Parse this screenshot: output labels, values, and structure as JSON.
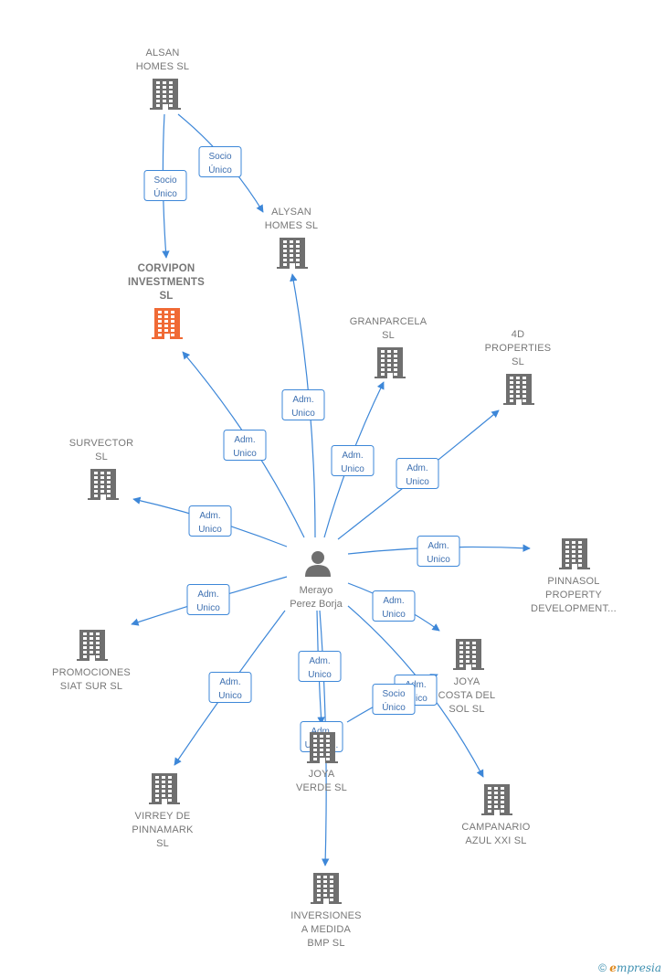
{
  "nodes": [
    {
      "id": "alsan",
      "label": [
        "ALSAN",
        "HOMES  SL"
      ],
      "color": "#6f6f6f"
    },
    {
      "id": "alysan",
      "label": [
        "ALYSAN",
        "HOMES  SL"
      ],
      "color": "#6f6f6f"
    },
    {
      "id": "corvipon",
      "label": [
        "CORVIPON",
        "INVESTMENTS",
        "SL"
      ],
      "color": "#f06a35",
      "focus": true
    },
    {
      "id": "granparcela",
      "label": [
        "GRANPARCELA",
        "SL"
      ],
      "color": "#6f6f6f"
    },
    {
      "id": "4d",
      "label": [
        "4D",
        "PROPERTIES",
        "SL"
      ],
      "color": "#6f6f6f"
    },
    {
      "id": "survector",
      "label": [
        "SURVECTOR",
        "SL"
      ],
      "color": "#6f6f6f"
    },
    {
      "id": "pinnasol",
      "label": [
        "PINNASOL",
        "PROPERTY",
        "DEVELOPMENT..."
      ],
      "color": "#6f6f6f"
    },
    {
      "id": "promociones",
      "label": [
        "PROMOCIONES",
        "SIAT SUR  SL"
      ],
      "color": "#6f6f6f"
    },
    {
      "id": "joyacosta",
      "label": [
        "JOYA",
        "COSTA DEL",
        "SOL  SL"
      ],
      "color": "#6f6f6f"
    },
    {
      "id": "joyaverde",
      "label": [
        "JOYA",
        "VERDE  SL"
      ],
      "color": "#6f6f6f"
    },
    {
      "id": "virrey",
      "label": [
        "VIRREY DE",
        "PINNAMARK",
        "SL"
      ],
      "color": "#6f6f6f"
    },
    {
      "id": "campanario",
      "label": [
        "CAMPANARIO",
        "AZUL XXI  SL"
      ],
      "color": "#6f6f6f"
    },
    {
      "id": "inversiones",
      "label": [
        "INVERSIONES",
        "A MEDIDA",
        "BMP  SL"
      ],
      "color": "#6f6f6f"
    }
  ],
  "person": {
    "id": "merayo",
    "label": [
      "Merayo",
      "Perez Borja"
    ],
    "color": "#6f6f6f"
  },
  "edges": [
    {
      "id": "e-alsan-corvipon",
      "from": "alsan",
      "to": "corvipon",
      "label": [
        "Socio",
        "Único"
      ]
    },
    {
      "id": "e-alsan-alysan",
      "from": "alsan",
      "to": "alysan",
      "label": [
        "Socio",
        "Único"
      ]
    },
    {
      "id": "e-merayo-corvipon",
      "from": "merayo",
      "to": "corvipon",
      "label": [
        "Adm.",
        "Unico"
      ]
    },
    {
      "id": "e-merayo-alysan",
      "from": "merayo",
      "to": "alysan",
      "label": [
        "Adm.",
        "Unico"
      ]
    },
    {
      "id": "e-merayo-granparcela",
      "from": "merayo",
      "to": "granparcela",
      "label": [
        "Adm.",
        "Unico"
      ]
    },
    {
      "id": "e-merayo-4d",
      "from": "merayo",
      "to": "4d",
      "label": [
        "Adm.",
        "Unico"
      ]
    },
    {
      "id": "e-merayo-survector",
      "from": "merayo",
      "to": "survector",
      "label": [
        "Adm.",
        "Unico"
      ]
    },
    {
      "id": "e-merayo-pinnasol",
      "from": "merayo",
      "to": "pinnasol",
      "label": [
        "Adm.",
        "Unico"
      ]
    },
    {
      "id": "e-merayo-promociones",
      "from": "merayo",
      "to": "promociones",
      "label": [
        "Adm.",
        "Unico"
      ]
    },
    {
      "id": "e-merayo-joyacosta",
      "from": "merayo",
      "to": "joyacosta",
      "label": [
        "Adm.",
        "Unico"
      ]
    },
    {
      "id": "e-merayo-virrey",
      "from": "merayo",
      "to": "virrey",
      "label": [
        "Adm.",
        "Unico"
      ]
    },
    {
      "id": "e-merayo-joyaverde",
      "from": "merayo",
      "to": "joyaverde",
      "label": [
        "Adm.",
        "Unico"
      ]
    },
    {
      "id": "e-merayo-campanario",
      "from": "merayo",
      "to": "campanario",
      "label": [
        "Adm.",
        "Unico"
      ]
    },
    {
      "id": "e-merayo-inversiones",
      "from": "merayo",
      "to": "inversiones",
      "label": [
        "Adm.",
        "Unico,..."
      ]
    },
    {
      "id": "e-joyaverde-joyacosta",
      "from": "joyaverde",
      "to": "joyacosta",
      "label": [
        "Socio",
        "Único"
      ]
    }
  ],
  "footer": {
    "copyright": "©",
    "brand_initial": "e",
    "brand_rest": "mpresia"
  }
}
